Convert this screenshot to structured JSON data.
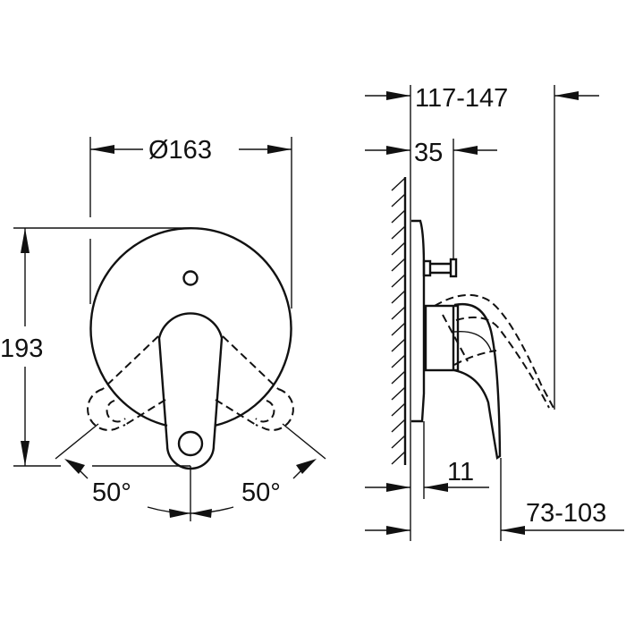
{
  "drawing": {
    "front_view": {
      "diameter_label": "Ø163",
      "height_label": "193",
      "angle_left_label": "50°",
      "angle_right_label": "50°"
    },
    "side_view": {
      "total_depth_label": "117-147",
      "knob_depth_label": "35",
      "plate_thickness_label": "11",
      "lever_projection_label": "73-103"
    },
    "colors": {
      "line": "#111111",
      "background": "#ffffff"
    }
  }
}
